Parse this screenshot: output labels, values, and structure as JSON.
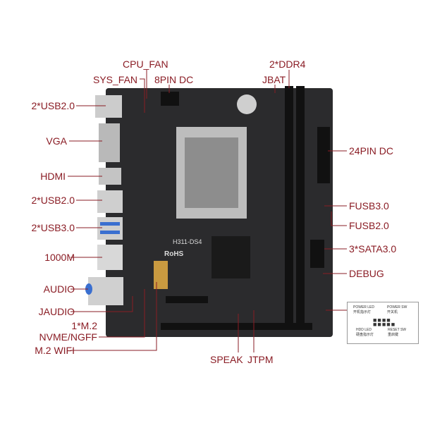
{
  "board": {
    "model": "H311-DS4",
    "rohs": "RoHS"
  },
  "labels": {
    "cpu_fan": "CPU_FAN",
    "sys_fan": "SYS_FAN",
    "pin8_dc": "8PIN DC",
    "ddr4": "2*DDR4",
    "jbat": "JBAT",
    "usb20_top": "2*USB2.0",
    "vga": "VGA",
    "hdmi": "HDMI",
    "usb20_mid": "2*USB2.0",
    "usb30": "2*USB3.0",
    "lan": "1000M",
    "audio": "AUDIO",
    "jaudio": "JAUDIO",
    "m2_line1": "1*M.2",
    "m2_line2": "NVME/NGFF",
    "m2_wifi": "M.2 WIFI",
    "speak": "SPEAK",
    "jtpm": "JTPM",
    "pin24_dc": "24PIN DC",
    "fusb30": "FUSB3.0",
    "fusb20": "FUSB2.0",
    "sata": "3*SATA3.0",
    "debug": "DEBUG"
  },
  "front_panel": {
    "power_led": "POWER LED",
    "power_led_cn": "开机指示灯",
    "power_sw": "POWER SW",
    "power_sw_cn": "开关机",
    "hdd_led": "HDD LED",
    "hdd_led_cn": "硬盘指示灯",
    "reset_sw": "RESET SW",
    "reset_sw_cn": "重启键"
  },
  "colors": {
    "label": "#8a1c24",
    "board": "#2b2b2d"
  }
}
